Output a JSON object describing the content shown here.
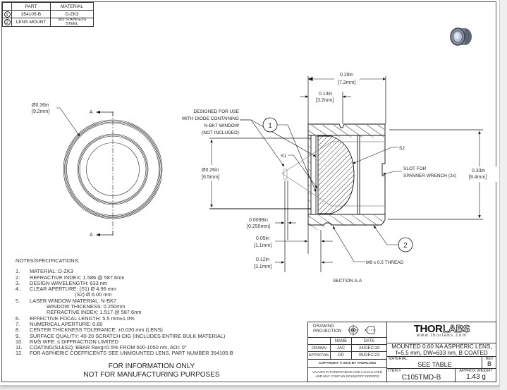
{
  "bom": {
    "headers": [
      "",
      "PART",
      "MATERIAL"
    ],
    "rows": [
      {
        "balloon": "1",
        "part": "354105-B",
        "material": "D-ZK3"
      },
      {
        "balloon": "2",
        "part": "LENS MOUNT",
        "material_line1": "303 STAINLESS",
        "material_line2": "STEEL"
      }
    ]
  },
  "front_view": {
    "diameter_in": "Ø0.36in",
    "diameter_mm": "[9.2mm]",
    "section_label_top": "A",
    "section_label_bottom": "A"
  },
  "section_view": {
    "title": "SECTION A-A",
    "callout_diode": [
      "DESIGNED FOR USE",
      "WITH DIODE CONTAINING",
      "N-BK7 WINDOW",
      "(NOT INCLUDED)"
    ],
    "balloon_lens": "1",
    "balloon_mount": "2",
    "s1_label": "S1",
    "s2_label": "S2",
    "slot_label": [
      "SLOT FOR",
      "SPANNER WRENCH (2x)"
    ],
    "thread_label": "M9 x 0.5 THREAD",
    "dims": {
      "overall_length_in": "0.28in",
      "overall_length_mm": "[7.2mm]",
      "slot_pos_in": "0.13in",
      "slot_pos_mm": "[3.2mm]",
      "outer_dia_in": "0.33in",
      "outer_dia_mm": "[8.4mm]",
      "inner_dia_in": "Ø0.26in",
      "inner_dia_mm": "[6.5mm]",
      "window_in": "0.0098in",
      "window_mm": "[0.250mm]",
      "recess_in": "0.05in",
      "recess_mm": "[1.1mm]",
      "depth_in": "0.12in",
      "depth_mm": "[3.1mm]"
    }
  },
  "notes": {
    "title": "NOTES/SPECIFICATIONS:",
    "items": [
      {
        "num": "1.",
        "lines": [
          "MATERIAL: D-ZK3"
        ]
      },
      {
        "num": "2.",
        "lines": [
          "REFRACTIVE INDEX: 1.586 @ 587.6nm"
        ]
      },
      {
        "num": "3.",
        "lines": [
          "DESIGN WAVELENGTH: 633 nm"
        ]
      },
      {
        "num": "4.",
        "lines": [
          "CLEAR APERTURE: (S1) Ø 4.96 mm",
          "(S2) Ø 6.00 mm"
        ]
      },
      {
        "num": "5.",
        "lines": [
          "LASER WINDOW MATERIAL: N-BK7",
          "WINDOW THICKNESS: 0.250mm",
          "REFRACTIVE INDEX: 1.517 @ 587.6nm"
        ]
      },
      {
        "num": "6.",
        "lines": [
          "EFFECTIVE FOCAL LENGTH: 5.5 mm±1.0%"
        ]
      },
      {
        "num": "7.",
        "lines": [
          "NUMERICAL APERTURE: 0.60"
        ]
      },
      {
        "num": "8.",
        "lines": [
          "CENTER THICKNESS TOLERANCE: ±0.030 mm (LENS)"
        ]
      },
      {
        "num": "9.",
        "lines": [
          "SURFACE QUALITY: 40-20 SCRATCH-DIG (INCLUDES ENTIRE BULK MATERIAL)"
        ]
      },
      {
        "num": "10.",
        "lines": [
          "RMS WFE: ≤ DIFFRACTION LIMITED"
        ]
      },
      {
        "num": "11.",
        "lines": [
          "COATING(S1&S2): BBAR Ravg<0.5% FROM 600-1050 nm, AOI: 0°"
        ]
      },
      {
        "num": "12.",
        "lines": [
          "FOR ASPHERIC COEFFICENTS SEE UNMOUNTED LENS, PART NUMBER 354105-B"
        ]
      }
    ]
  },
  "disclaimer": [
    "FOR INFORMATION ONLY",
    "NOT FOR MANUFACTURING PURPOSES"
  ],
  "title_block": {
    "projection_label": "DRAWING PROJECTION",
    "name_header": "NAME",
    "date_header": "DATE",
    "drawn_label": "DRAWN",
    "drawn_name": "JAC",
    "drawn_date": "24/DEC/19",
    "approval_label": "APPROVAL",
    "approval_name": "DD",
    "approval_date": "05/DEC/23",
    "copyright": "COPYRIGHT © 2019 BY THORLABS",
    "values_note": [
      "VALUES IN PARENTHESIS ARE CALCULATED",
      "AND MAY CONTAIN ROUNDOFF ERRORS"
    ],
    "logo_solid": "THOR",
    "logo_outline": "LABS",
    "website": "www.thorlabs.com",
    "description": [
      "MOUNTED 0.60 NA ASPHERIC LENS,",
      "f=5.5 mm, DW=633 nm, B COATED"
    ],
    "material_label": "MATERIAL",
    "material_value": "SEE TABLE",
    "rev_label": "REV",
    "rev_value": "B",
    "item_label": "ITEM #",
    "item_value": "C105TMD-B",
    "weight_label": "APPROX WEIGHT",
    "weight_value": "1.43 g"
  }
}
